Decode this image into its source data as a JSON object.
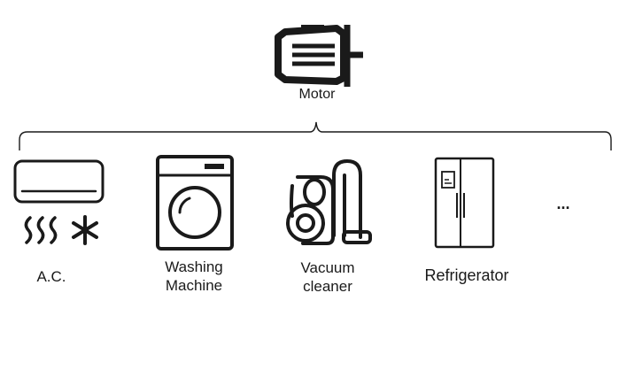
{
  "diagram": {
    "root": {
      "label": "Motor",
      "icon": "motor-icon"
    },
    "appliances": [
      {
        "label": "A.C.",
        "icon": "air-conditioner-icon"
      },
      {
        "label_lines": [
          "Washing",
          "Machine"
        ],
        "icon": "washing-machine-icon"
      },
      {
        "label_lines": [
          "Vacuum",
          "cleaner"
        ],
        "icon": "vacuum-cleaner-icon"
      },
      {
        "label": "Refrigerator",
        "icon": "refrigerator-icon"
      }
    ],
    "more": "...",
    "colors": {
      "stroke": "#1a1a1a",
      "background": "#ffffff"
    }
  }
}
